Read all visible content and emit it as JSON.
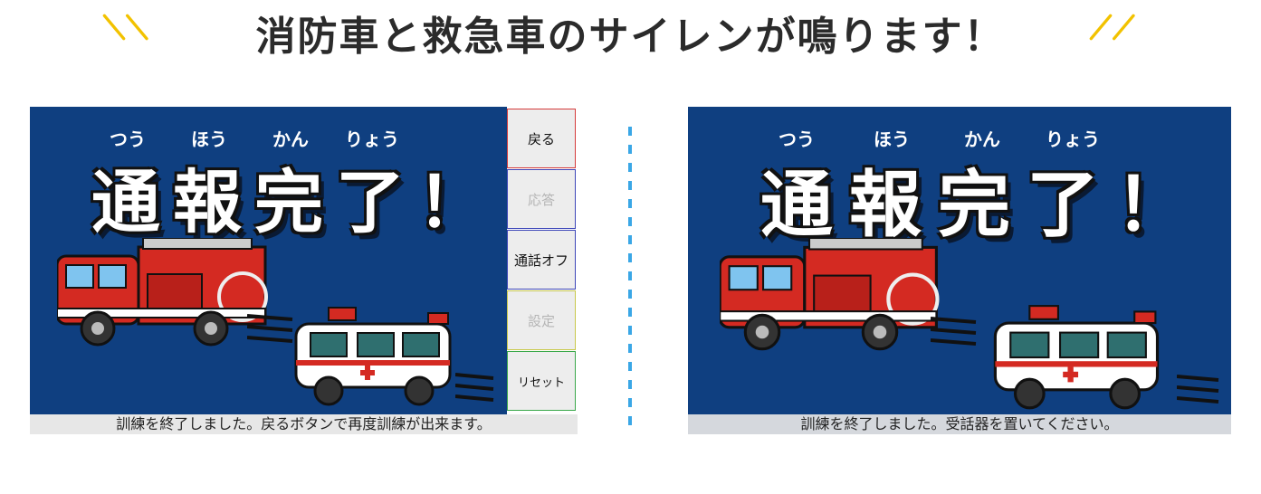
{
  "headline": {
    "text": "消防車と救急車のサイレンが鳴ります！",
    "accent_color": "#f2c200"
  },
  "screen": {
    "furigana": [
      "つう",
      "ほう",
      "かん",
      "りょう"
    ],
    "title": "通報完了！",
    "bg_color": "#0f3f80"
  },
  "left_panel": {
    "status": "訓練を終了しました。戻るボタンで再度訓練が出来ます。",
    "buttons": [
      {
        "label": "戻る",
        "enabled": true,
        "border": "#d53b3b"
      },
      {
        "label": "応答",
        "enabled": false,
        "border": "#3d46b8"
      },
      {
        "label": "通話オフ",
        "enabled": true,
        "border": "#3d46b8"
      },
      {
        "label": "設定",
        "enabled": false,
        "border": "#c8c84a"
      },
      {
        "label": "リセット",
        "enabled": true,
        "border": "#3aa84a"
      }
    ]
  },
  "right_panel": {
    "status": "訓練を終了しました。受話器を置いてください。"
  }
}
